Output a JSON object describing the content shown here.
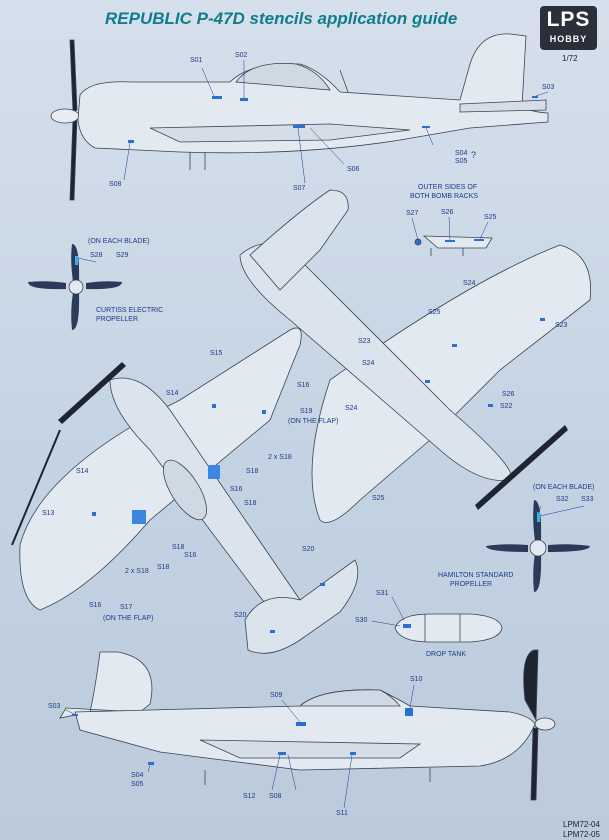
{
  "title": "REPUBLIC P-47D stencils application guide",
  "logo": {
    "main": "LPS",
    "sub": "HOBBY"
  },
  "scale": "1/72",
  "product_codes": [
    "LPM72-04",
    "LPM72-05"
  ],
  "captions": {
    "bomb_racks": [
      "OUTER SIDES OF",
      "BOTH BOMB RACKS"
    ],
    "each_blade_top": "(ON EACH BLADE)",
    "curtiss": [
      "CURTISS ELECTRIC",
      "PROPELLER"
    ],
    "each_blade_right": "(ON EACH BLADE)",
    "hamilton": [
      "HAMILTON STANDARD",
      "PROPELLER"
    ],
    "drop_tank": "DROP TANK",
    "on_the_flap": "(ON THE FLAP)"
  },
  "labels": {
    "top_profile": [
      "S01",
      "S02",
      "S03",
      "S04",
      "S05",
      "?",
      "S06",
      "S07",
      "S08"
    ],
    "bomb_rack": [
      "S27",
      "S26",
      "S25"
    ],
    "curtiss_blade": [
      "S28",
      "S29"
    ],
    "hamilton_blade": [
      "S32",
      "S33"
    ],
    "drop_tank": [
      "S31",
      "S30"
    ],
    "top_view": [
      "S15",
      "S14",
      "S16",
      "S19",
      "2 x S18",
      "S18",
      "S16",
      "S18",
      "S14",
      "S13",
      "2 x S18",
      "S18",
      "S16",
      "S17",
      "S16",
      "S18",
      "S20",
      "S20"
    ],
    "bottom_view": [
      "S24",
      "S25",
      "S23",
      "S24",
      "S24",
      "S22",
      "S23",
      "S26",
      "S25"
    ],
    "bottom_profile": [
      "S03",
      "S09",
      "S10",
      "S04",
      "S05",
      "S12",
      "S08",
      "S11"
    ]
  },
  "colors": {
    "accent": "#0f7d8c",
    "stencil": "#1b3b8a",
    "airframe": "#dfe6ee",
    "background": "#c9d6e4"
  }
}
